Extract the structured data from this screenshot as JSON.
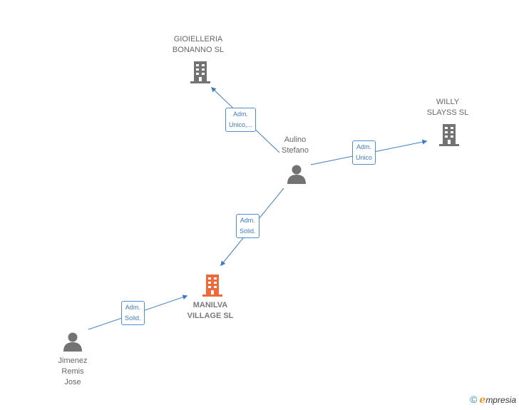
{
  "colors": {
    "edge": "#3e7cc2",
    "company": "#737373",
    "focus": "#ef6a3a",
    "person": "#737373"
  },
  "nodes": {
    "gioielleria": {
      "line1": "GIOIELLERIA",
      "line2": "BONANNO SL",
      "icon": "building-icon"
    },
    "willy": {
      "line1": "WILLY",
      "line2": "SLAYSS SL",
      "icon": "building-icon"
    },
    "aulino": {
      "line1": "Aulino",
      "line2": "Stefano",
      "icon": "person-icon"
    },
    "manilva": {
      "line1": "MANILVA",
      "line2": "VILLAGE SL",
      "icon": "building-icon"
    },
    "jimenez": {
      "line1": "Jimenez",
      "line2": "Remis",
      "line3": "Jose",
      "icon": "person-icon"
    }
  },
  "edges": {
    "aulino_gioielleria": {
      "line1": "Adm.",
      "line2": "Unico,..."
    },
    "aulino_willy": {
      "line1": "Adm.",
      "line2": "Unico"
    },
    "aulino_manilva": {
      "line1": "Adm.",
      "line2": "Solid."
    },
    "jimenez_manilva": {
      "line1": "Adm.",
      "line2": "Solid."
    }
  },
  "brand": {
    "copyright": "©",
    "initial": "e",
    "rest": "mpresia"
  }
}
